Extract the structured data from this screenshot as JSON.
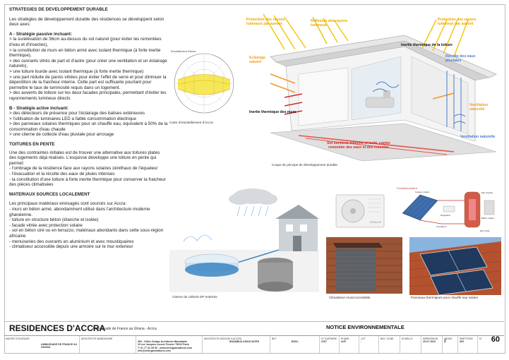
{
  "section1": {
    "title": "STRATEGIES DE DEVELOPPEMENT DURABLE",
    "intro": "Les stratégies de développement durable des résidences se développent selon deux axes:",
    "a_title": "A - Stratégie passive incluant:",
    "a_items": [
      "> la surélévation de 36cm au-dessus du sol naturel (pour éviter les remontées d'eau et d'insectes),",
      "> la constitution de murs en béton armé avec isolant thermique (à forte inertie thermique),",
      "> des ouvrants vitrés de part et d'autre (pour créer une ventilation et un éclairage naturels),",
      "> une toiture lourde avec isolant thermique (à forte inertie thermique)",
      "> une part réduite de parois vitrées pour éviter l'effet de serre et pour diminuer la déperdition de la fraicheur interne. Cette part est suffisante pourtant pour permettre le taux de luminosité requis dans un logement.",
      "> des auvents de toiture sur les deux facades principales, permettant d'éviter les rayonnements lumineux directs"
    ],
    "b_title": "B - Stratégie active incluant:",
    "b_items": [
      "> des détecteurs de présence pour l'éclairage des balises extérieures",
      "> l'utilisation de luminaires LED a faible consommation électrique",
      "> des panneaux solaires thermiques pour un chauffe eau, équivalent à 50% de la consommation d'eau chaude",
      "> une citerne de collecte d'eau pluviale pour arrosage"
    ]
  },
  "section2": {
    "title": "TOITURES EN PENTE",
    "intro": "Une des contraintes initiales est de trouver une alternative aux toitures plates des logements déjà réalisés. L'esquisse développe une toiture en pente qui permet:",
    "items": [
      "- l'ombrage de la résidence face aux rayons solaires zénithaux de l'équateur",
      "- l'évacuation et la récolte des eaux de pluies intenses",
      "- la constitution d'une toiture à forte inertie thermique pour conserver la fraicheur des pièces climatisées"
    ]
  },
  "section3": {
    "title": "MATERIAUX SOURCES LOCALEMENT",
    "intro": "Les principaux matériaux envisagés sont sourcés sur Accra:",
    "items": [
      "- murs en béton armé, abondamment utilisé dans l'architecture moderne ghanéenne.",
      "- toiture en structure béton (étanche et isolée)",
      "- facade vitrée avec protection solaire",
      "- sol en béton ciré ou en terrazzo, matériaux abondants dans cette sous-région africaine",
      "- menuiseries des ouvrants en aluminium et avec moustiquaires",
      "- climatiseur accessible depuis une armoire sur le mur exterieur"
    ]
  },
  "captions": {
    "sun": "Carte d'ensoleillement d'Accra",
    "section": "Coupe de principe de développement durable",
    "cistern": "Citerne de collecte EP enterrée",
    "ac": "Climatiseur mural accessible",
    "panels": "Panneaux thermiques pour chauffe eau solaire"
  },
  "diagram_labels": {
    "protection_left": "Protection des rayons lumineux par auvent",
    "reflection": "Réflexion des rayons lumineux",
    "protection_right": "Protection des rayons lumineux par auvent",
    "roof_inertia": "Inertie thermique de la toiture",
    "lighting": "Eclairage naturel",
    "rain": "Récolte des eaux pluviales",
    "walls": "Inertie thermique des murs",
    "vent_right": "Ventilation naturelle",
    "vent_right2": "Ventilation naturelle",
    "soil": "Sol surélevé étanche et isolé, contre remontée des eaux et des insectes",
    "sun_tag": "Ensoleillement d'Accra"
  },
  "schema_labels": {
    "title": "Fonctionnement",
    "capteur": "Capteur solaire",
    "regulation": "Régulation",
    "circulateur": "Circulateur",
    "eau_chaude": "Eau chaude",
    "ballon": "Ballon solaire",
    "eau_froide": "Eau froide"
  },
  "ac_brand": "HITACHI",
  "footer": {
    "project": "RESIDENCES D'ACCRA",
    "subtitle": "Ambassade de France au Ghana - Accra",
    "notice": "NOTICE ENVIRONNEMENTALE",
    "cells": [
      {
        "label": "MAITRE D'OUVRAGE",
        "value": "AMBASSADE DE FRANCE AU GHANA"
      },
      {
        "label": "ARCHITECTE MANDATAIRE",
        "value": ""
      },
      {
        "label": "",
        "value": "ISH - Gilles Delage Architecte Mandataire\n15 rue Jacques Louvel-Tessier 75010 Paris\nT: 01 77 32 39 52 - www.ishinganisations.com\ninfo@ishinganisations.com"
      },
      {
        "label": "ARCHITECTE ASSOCIE A ACCRA",
        "value": "BSAMBUA ASSOCIATES"
      },
      {
        "label": "BET",
        "value": "BIOS -"
      },
      {
        "label": "N° D'AFFAIRE",
        "value": "2207"
      },
      {
        "label": "PHASE",
        "value": "AVP"
      },
      {
        "label": "LOT",
        "value": "-"
      },
      {
        "label": "BAT / ZONE",
        "value": ""
      },
      {
        "label": "ECHELLE",
        "value": ""
      },
      {
        "label": "IMPRESSION",
        "value": "29.07.2022"
      },
      {
        "label": "INDICE",
        "value": "2"
      },
      {
        "label": "EMETTEUR",
        "value": "ISH"
      },
      {
        "label": "N°",
        "value": "60"
      }
    ]
  }
}
